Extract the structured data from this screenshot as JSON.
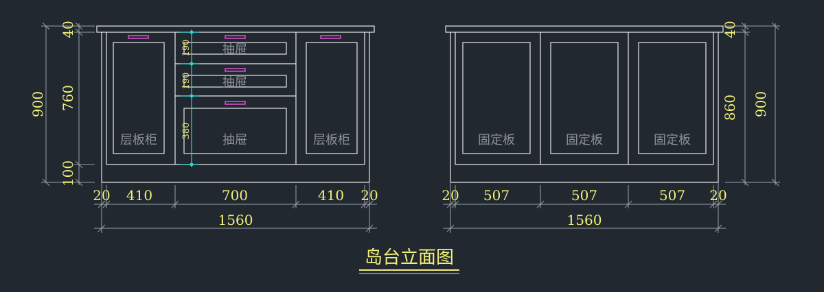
{
  "title": "岛台立面图",
  "colors": {
    "background": "#212830",
    "outline": "#e8e8e8",
    "dimension_text": "#f2f07a",
    "handle": "#e04fd8",
    "drawer_dimension_line": "#2fd6cf",
    "label_text": "#8c9096"
  },
  "left_elevation": {
    "labels": {
      "left_cabinet": "层板柜",
      "drawer_top": "抽屉",
      "drawer_middle": "抽屉",
      "drawer_bottom": "抽屉",
      "right_cabinet": "层板柜"
    },
    "vertical_dims": {
      "top": "40",
      "body": "760",
      "plinth": "100",
      "total": "900"
    },
    "drawer_dims": {
      "d1": "190",
      "d2": "190",
      "d3": "380"
    },
    "horizontal_dims": {
      "side_left": "20",
      "left": "410",
      "middle": "700",
      "right": "410",
      "side_right": "20",
      "total": "1560"
    }
  },
  "right_elevation": {
    "labels": {
      "panel1": "固定板",
      "panel2": "固定板",
      "panel3": "固定板"
    },
    "vertical_dims": {
      "top": "40",
      "body": "860",
      "total": "900"
    },
    "horizontal_dims": {
      "side_left": "20",
      "p1": "507",
      "p2": "507",
      "p3": "507",
      "side_right": "20",
      "total": "1560"
    }
  }
}
